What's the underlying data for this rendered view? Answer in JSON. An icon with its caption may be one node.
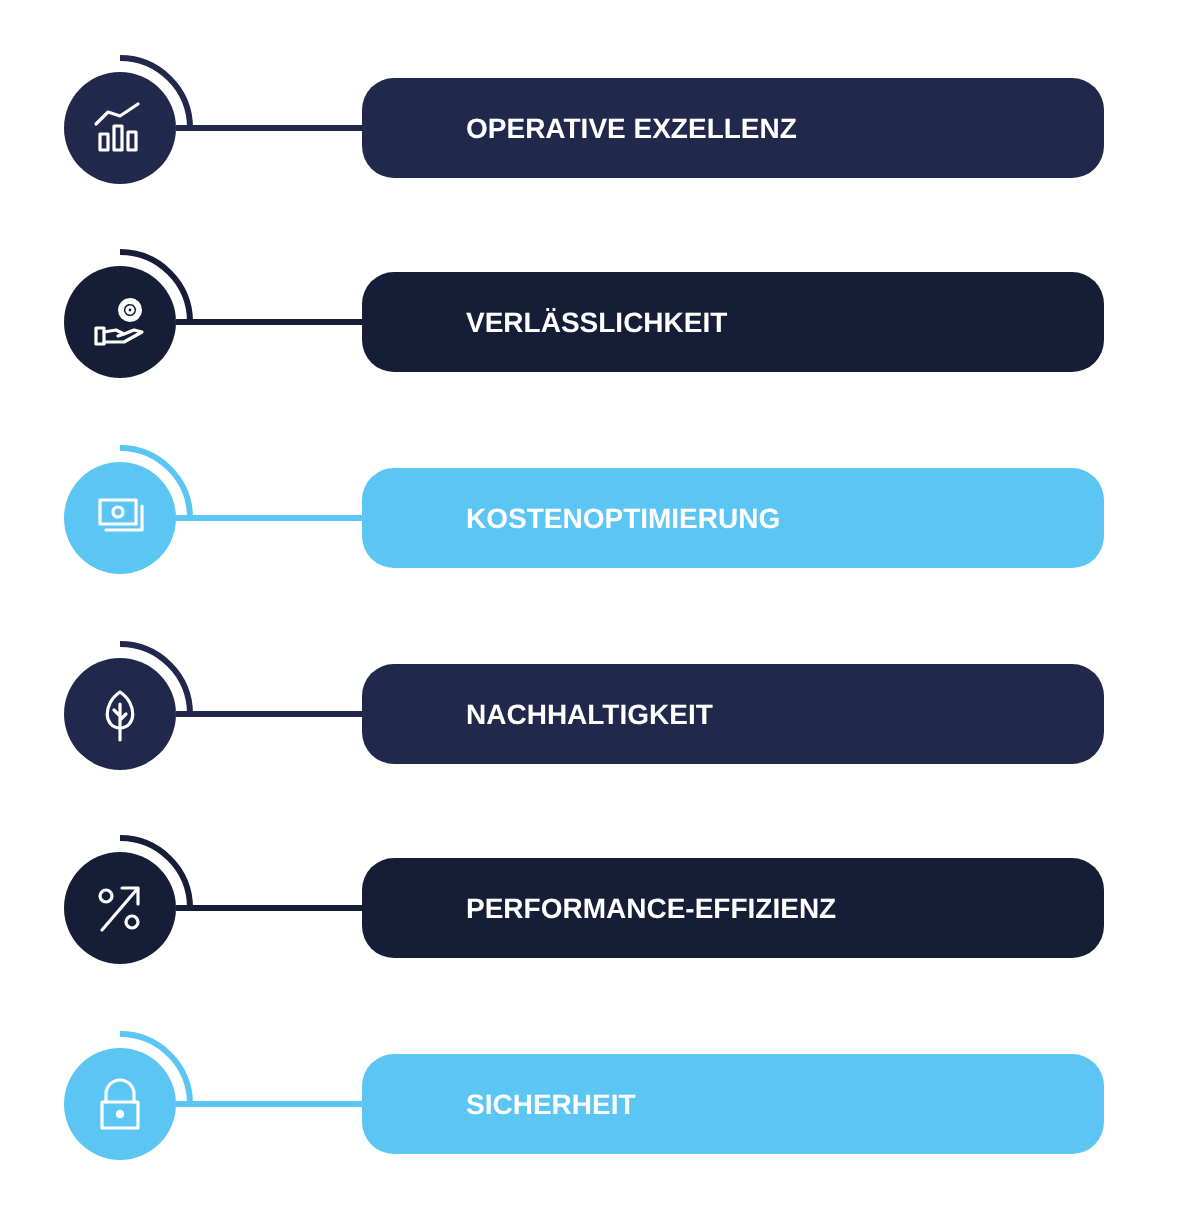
{
  "diagram": {
    "nodes": [
      {
        "text": [],
        "shape": "circle"
      },
      {
        "text": [
          "OPERATIVE EXZELLENZ"
        ]
      },
      {
        "text": [],
        "shape": "circle"
      },
      {
        "text": [
          "VERLÄSSLICHKEIT"
        ]
      },
      {
        "text": [],
        "shape": "circle"
      },
      {
        "text": [
          "KOSTENOPTIMIERUNG"
        ]
      },
      {
        "text": [],
        "shape": "circle"
      },
      {
        "text": [
          "NACHHALTIGKEIT"
        ]
      },
      {
        "text": [],
        "shape": "circle"
      },
      {
        "text": [
          "PERFORMANCE-EFFIZIENZ"
        ]
      },
      {
        "text": [],
        "shape": "circle"
      },
      {
        "text": [
          "SICHERHEIT"
        ]
      }
    ],
    "edges": [
      {
        "from": 0,
        "to": 1,
        "arrow": "none"
      },
      {
        "from": 2,
        "to": 3,
        "arrow": "none"
      },
      {
        "from": 4,
        "to": 5,
        "arrow": "none",
        "color": "#5bc6f3"
      },
      {
        "from": 6,
        "to": 7,
        "arrow": "none"
      },
      {
        "from": 8,
        "to": 9,
        "arrow": "none"
      },
      {
        "from": 10,
        "to": 11,
        "arrow": "none",
        "color": "#5bc6f3"
      }
    ]
  }
}
